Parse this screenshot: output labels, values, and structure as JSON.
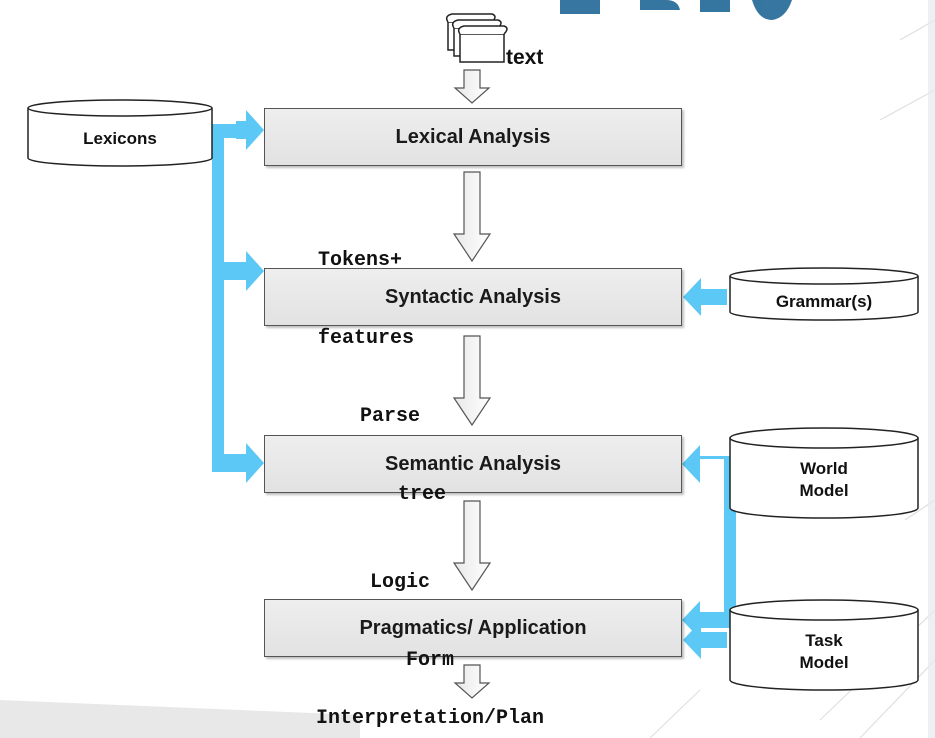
{
  "input": {
    "label": "text"
  },
  "stages": [
    {
      "label": "Lexical Analysis"
    },
    {
      "label": "Syntactic Analysis"
    },
    {
      "label": "Semantic Analysis"
    },
    {
      "label": "Pragmatics/ Application"
    }
  ],
  "flows": [
    {
      "line1": "Tokens+",
      "line2": "features"
    },
    {
      "line1": "Parse",
      "line2": "tree"
    },
    {
      "line1": "Logic",
      "line2": "Form"
    }
  ],
  "output": {
    "label": "Interpretation/Plan"
  },
  "resources": {
    "lexicons": "Lexicons",
    "grammars": "Grammar(s)",
    "world_model": [
      "World",
      "Model"
    ],
    "task_model": [
      "Task",
      "Model"
    ]
  },
  "colors": {
    "connector": "#5bc8f5",
    "box_fill": "#e9e9e9",
    "title_fragment": "#2b6f9b"
  }
}
